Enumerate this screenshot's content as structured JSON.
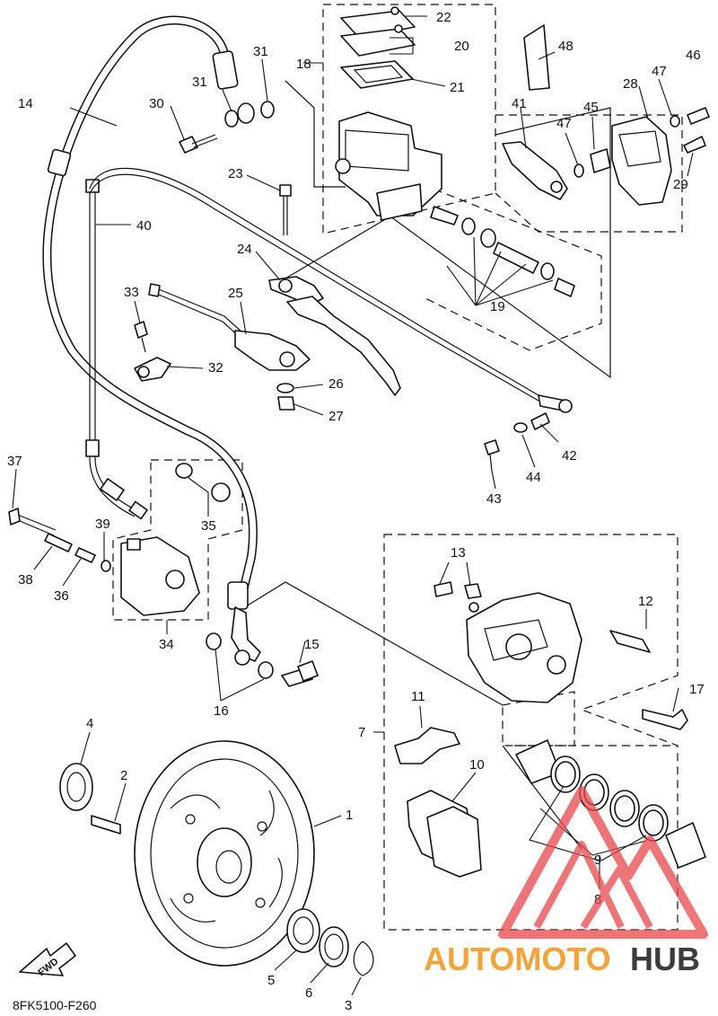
{
  "diagram": {
    "code": "8FK5100-F260",
    "fwd_label": "FWD",
    "callouts": [
      "1",
      "2",
      "3",
      "4",
      "5",
      "6",
      "7",
      "8",
      "9",
      "10",
      "11",
      "12",
      "13",
      "14",
      "15",
      "16",
      "17",
      "18",
      "19",
      "20",
      "21",
      "22",
      "23",
      "24",
      "25",
      "26",
      "27",
      "28",
      "29",
      "30",
      "31",
      "32",
      "33",
      "34",
      "35",
      "36",
      "37",
      "38",
      "39",
      "40",
      "41",
      "42",
      "43",
      "44",
      "45",
      "46",
      "47",
      "48"
    ]
  },
  "watermark": {
    "prefix": "AUTOMOTO",
    "suffix": "HUB",
    "colors": {
      "logo": "#e8484b",
      "prefix": "#f2a33a",
      "suffix": "#3c3c3c"
    }
  }
}
